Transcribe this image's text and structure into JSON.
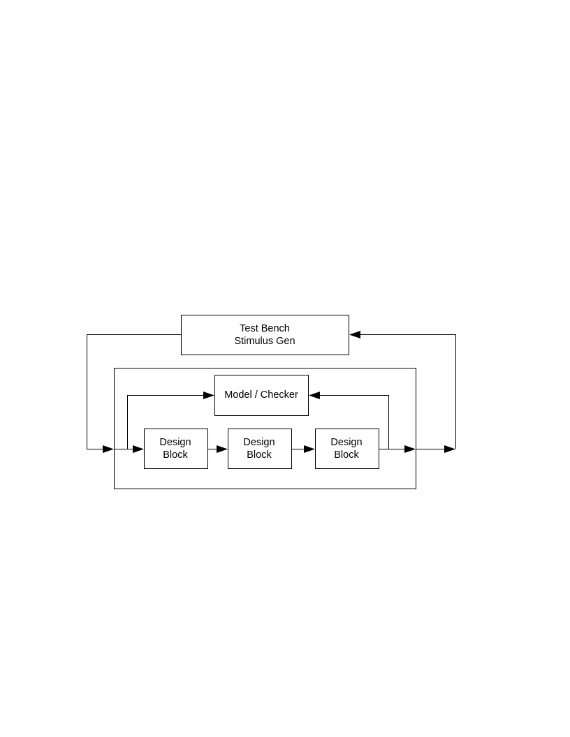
{
  "diagram": {
    "test_bench": {
      "line1": "Test Bench",
      "line2": "Stimulus Gen"
    },
    "checker": {
      "label": "Model / Checker"
    },
    "design_blocks": [
      {
        "line1": "Design",
        "line2": "Block"
      },
      {
        "line1": "Design",
        "line2": "Block"
      },
      {
        "line1": "Design",
        "line2": "Block"
      }
    ],
    "colors": {
      "stroke": "#000000",
      "background": "#ffffff"
    }
  }
}
